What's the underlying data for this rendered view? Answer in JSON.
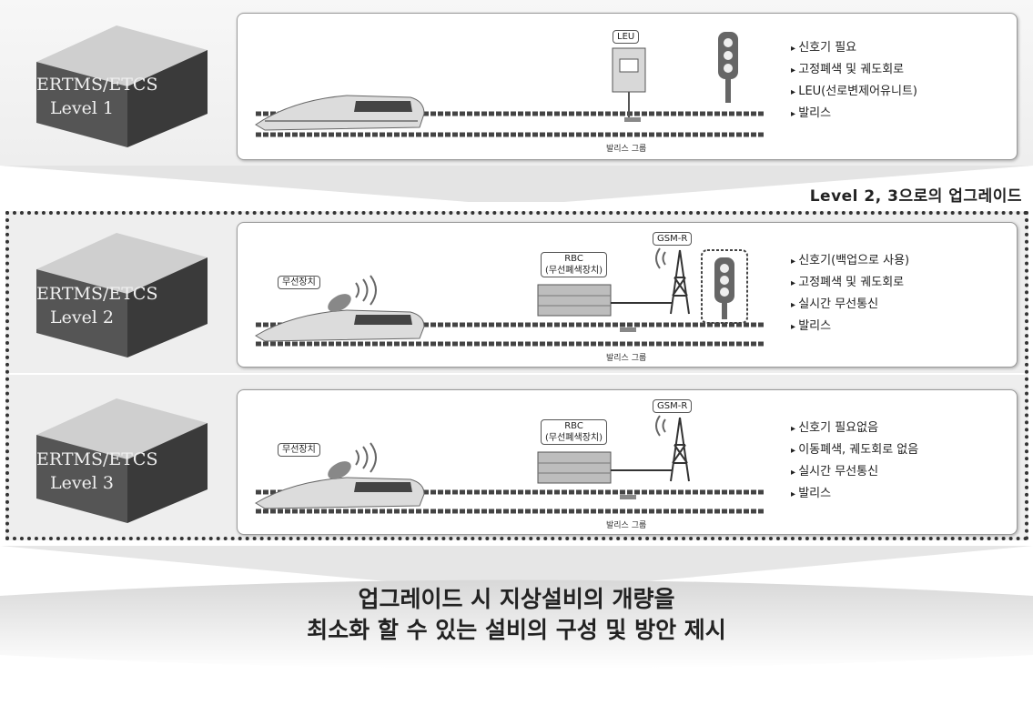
{
  "header": {
    "upgrade_label": "Level 2, 3으로의 업그레이드"
  },
  "levels": [
    {
      "name": "ERTMS/ETCS",
      "level": "Level 1",
      "bullets": [
        "신호기 필요",
        "고정폐색 및 궤도회로",
        "LEU(선로변제어유니트)",
        "발리스"
      ],
      "caption": "발리스 그룹",
      "tags": {
        "leu": "LEU"
      }
    },
    {
      "name": "ERTMS/ETCS",
      "level": "Level 2",
      "bullets": [
        "신호기(백업으로 사용)",
        "고정폐색 및 궤도회로",
        "실시간 무선통신",
        "발리스"
      ],
      "caption": "발리스 그룹",
      "tags": {
        "radio": "무선장치",
        "rbc_line1": "RBC",
        "rbc_line2": "(무선폐색장치)",
        "gsm": "GSM-R"
      }
    },
    {
      "name": "ERTMS/ETCS",
      "level": "Level 3",
      "bullets": [
        "신호기 필요없음",
        "이동폐색, 궤도회로 없음",
        "실시간 무선통신",
        "발리스"
      ],
      "caption": "발리스 그룹",
      "tags": {
        "radio": "무선장치",
        "rbc_line1": "RBC",
        "rbc_line2": "(무선폐색장치)",
        "gsm": "GSM-R"
      }
    }
  ],
  "conclusion": {
    "line1": "업그레이드 시 지상설비의 개량을",
    "line2": "최소화 할 수 있는 설비의 구성 및 방안 제시"
  }
}
